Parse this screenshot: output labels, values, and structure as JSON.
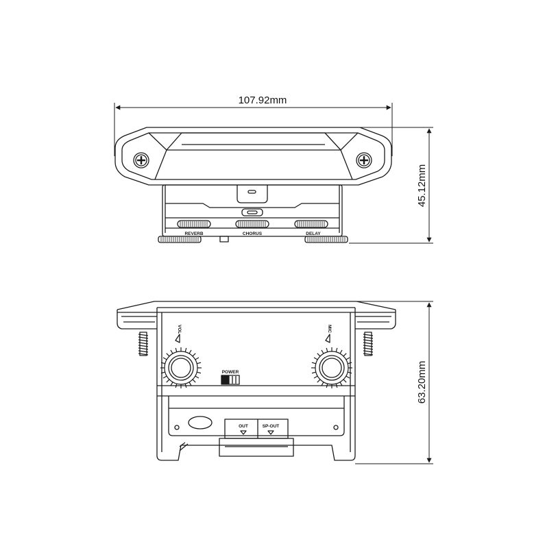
{
  "dimensions": {
    "width": "107.92mm",
    "height_top_view": "45.12mm",
    "height_bottom_view": "63.20mm"
  },
  "top_view_labels": {
    "reverb": "REVERB",
    "chorus": "CHORUS",
    "delay": "DELAY"
  },
  "bottom_view_labels": {
    "vol": "VOL",
    "mic": "MIC",
    "power": "POWER",
    "out": "OUT",
    "sp_out": "SP-OUT"
  },
  "colors": {
    "line": "#1a1a1a",
    "background": "#ffffff"
  }
}
